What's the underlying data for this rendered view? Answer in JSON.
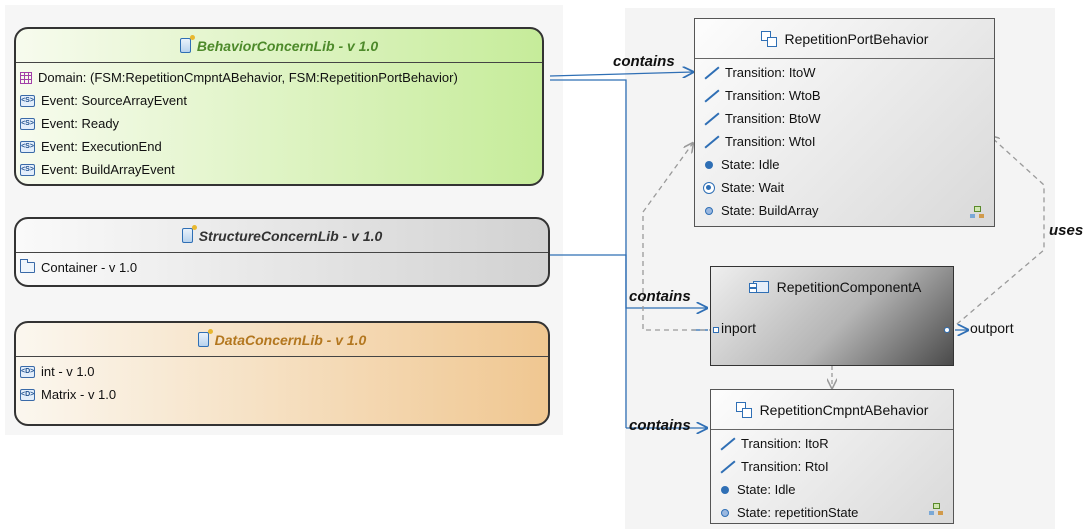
{
  "libraries": {
    "behavior": {
      "title": "BehaviorConcernLib - v 1.0",
      "items": [
        {
          "icon": "domain-icon",
          "text": "Domain: (FSM:RepetitionCmpntABehavior, FSM:RepetitionPortBehavior)"
        },
        {
          "icon": "event-icon",
          "text": "Event: SourceArrayEvent"
        },
        {
          "icon": "event-icon",
          "text": "Event: Ready"
        },
        {
          "icon": "event-icon",
          "text": "Event: ExecutionEnd"
        },
        {
          "icon": "event-icon",
          "text": "Event: BuildArrayEvent"
        }
      ]
    },
    "structure": {
      "title": "StructureConcernLib - v 1.0",
      "items": [
        {
          "icon": "folder-icon",
          "text": "Container - v 1.0"
        }
      ]
    },
    "data": {
      "title": "DataConcernLib - v 1.0",
      "items": [
        {
          "icon": "datatype-icon",
          "text": "int - v 1.0"
        },
        {
          "icon": "datatype-icon",
          "text": "Matrix - v 1.0"
        }
      ]
    }
  },
  "icon_glyphs": {
    "event": "<S>",
    "datatype": "<D>"
  },
  "port_behavior": {
    "title": "RepetitionPortBehavior",
    "items": [
      {
        "kind": "transition",
        "text": "Transition: ItoW"
      },
      {
        "kind": "transition",
        "text": "Transition: WtoB"
      },
      {
        "kind": "transition",
        "text": "Transition: BtoW"
      },
      {
        "kind": "transition",
        "text": "Transition: WtoI"
      },
      {
        "kind": "state",
        "text": "State: Idle"
      },
      {
        "kind": "state-selected",
        "text": "State: Wait"
      },
      {
        "kind": "state-light",
        "text": "State: BuildArray"
      }
    ]
  },
  "component": {
    "title": "RepetitionComponentA",
    "inport": "inport",
    "outport": "outport"
  },
  "component_behavior": {
    "title": "RepetitionCmpntABehavior",
    "items": [
      {
        "kind": "transition",
        "text": "Transition: ItoR"
      },
      {
        "kind": "transition",
        "text": "Transition: RtoI"
      },
      {
        "kind": "state",
        "text": "State: Idle"
      },
      {
        "kind": "state-light",
        "text": "State: repetitionState"
      }
    ]
  },
  "connections": {
    "contains_top": "contains",
    "contains_mid": "contains",
    "contains_bottom": "contains",
    "uses": "uses"
  },
  "colors": {
    "connector_blue": "#2f6fb5",
    "dashed_gray": "#9a9a9a",
    "behavior_title": "#4d8a2a",
    "data_title": "#b3771f"
  }
}
